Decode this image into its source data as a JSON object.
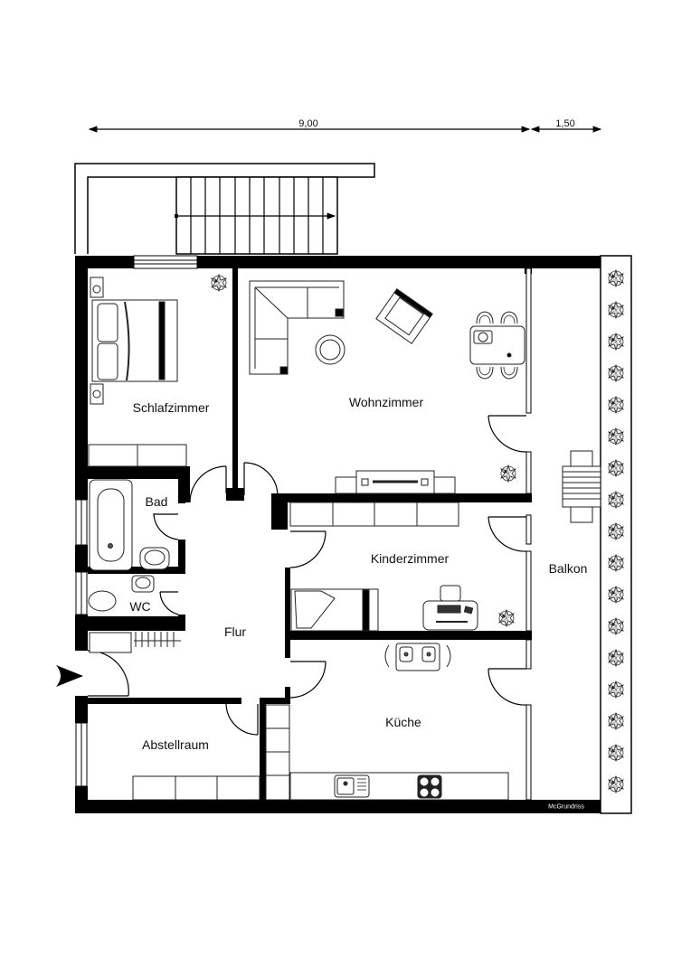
{
  "dimensions": {
    "main_width": "9,00",
    "balcony_width": "1,50"
  },
  "rooms": {
    "schlafzimmer": "Schlafzimmer",
    "wohnzimmer": "Wohnzimmer",
    "bad": "Bad",
    "wc": "WC",
    "kinderzimmer": "Kinderzimmer",
    "flur": "Flur",
    "balkon": "Balkon",
    "abstellraum": "Abstellraum",
    "kueche": "Küche"
  },
  "credit": "McGrundriss",
  "colors": {
    "wall": "#000000",
    "line": "#222222",
    "background": "#ffffff",
    "furniture_fill": "#ffffff"
  }
}
